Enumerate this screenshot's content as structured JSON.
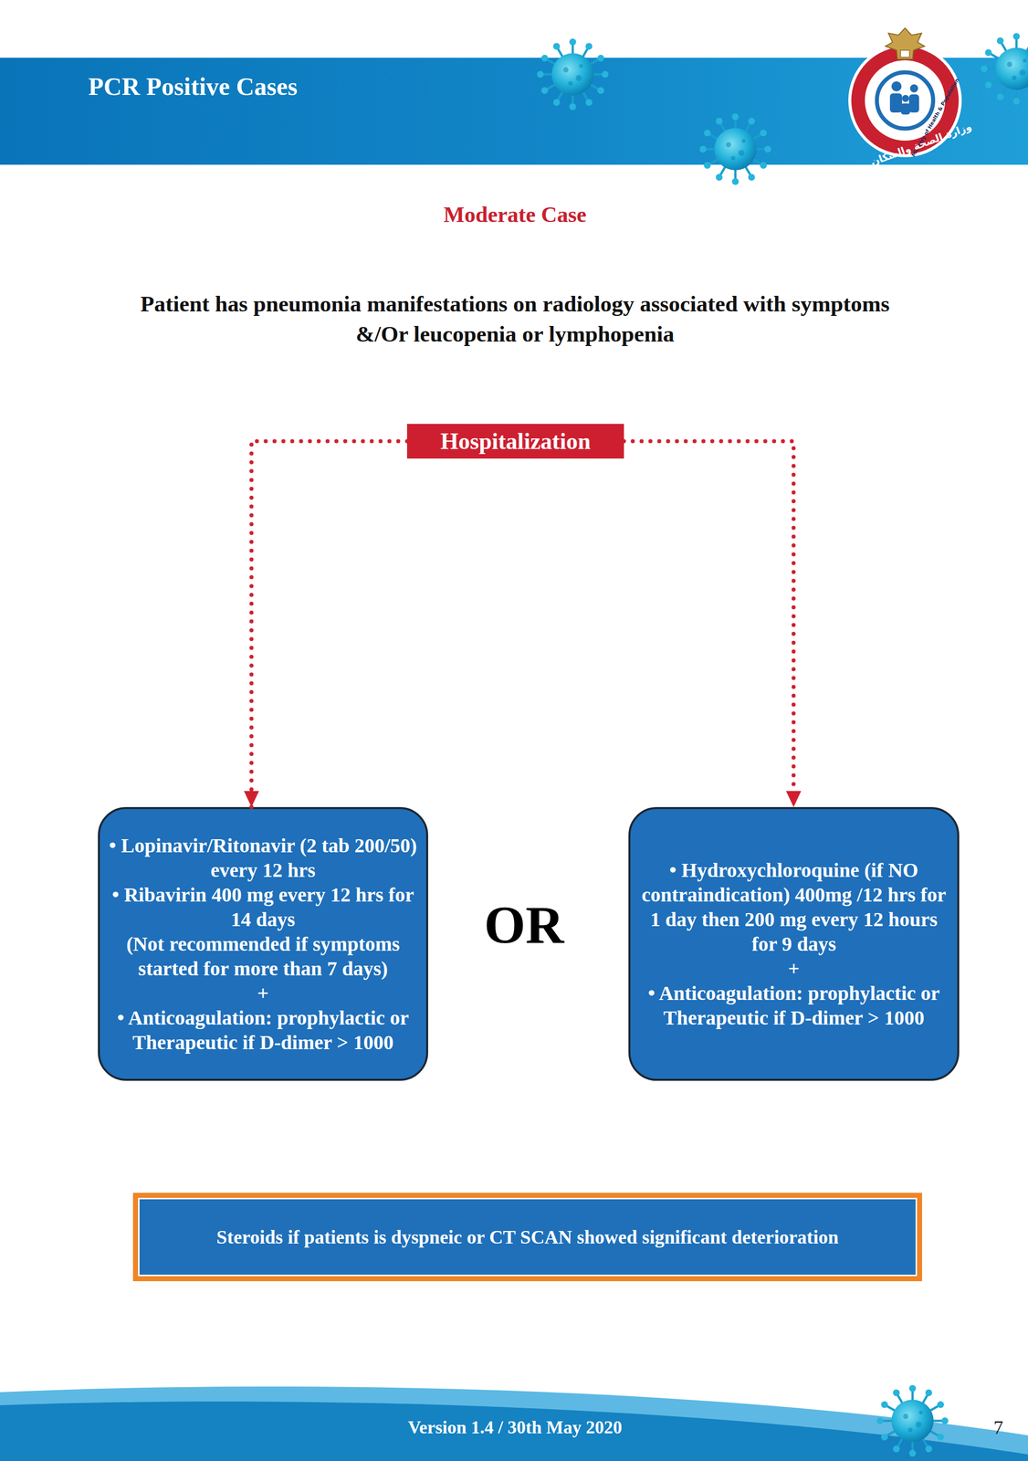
{
  "diagram": {
    "title": "Moderate Case",
    "nodes": [
      {
        "text": [
          "PCR Positive Cases"
        ]
      },
      {
        "text": [
          "Hospitalization"
        ]
      },
      {
        "text": [
          "• Lopinavir/Ritonavir (2 tab 200/50) every 12 hrs",
          "• Ribavirin 400 mg every 12 hrs for 14 days",
          "(Not recommended if symptoms started for more than 7 days)",
          "+",
          "• Anticoagulation: prophylactic or Therapeutic if D-dimer > 1000"
        ]
      },
      {
        "text": [
          "• Hydroxychloroquine (if NO contraindication) 400mg /12 hrs for 1 day then 200 mg every 12 hours for 9 days",
          "+",
          "• Anticoagulation: prophylactic or Therapeutic if D-dimer > 1000"
        ]
      },
      {
        "text": [
          "Steroids if patients is dyspneic or CT SCAN showed significant deterioration"
        ]
      }
    ],
    "edges": [
      {
        "from": 1,
        "to": 2,
        "arrow": "to"
      },
      {
        "from": 1,
        "to": 3,
        "arrow": "to"
      }
    ],
    "labels": [
      "Ministry of Health & Population",
      "وزارة الصحة والسكان",
      "Patient has pneumonia manifestations on radiology associated with symptoms &/Or leucopenia or lymphopenia",
      "OR",
      "Version 1.4 / 30th May 2020",
      "7"
    ]
  }
}
